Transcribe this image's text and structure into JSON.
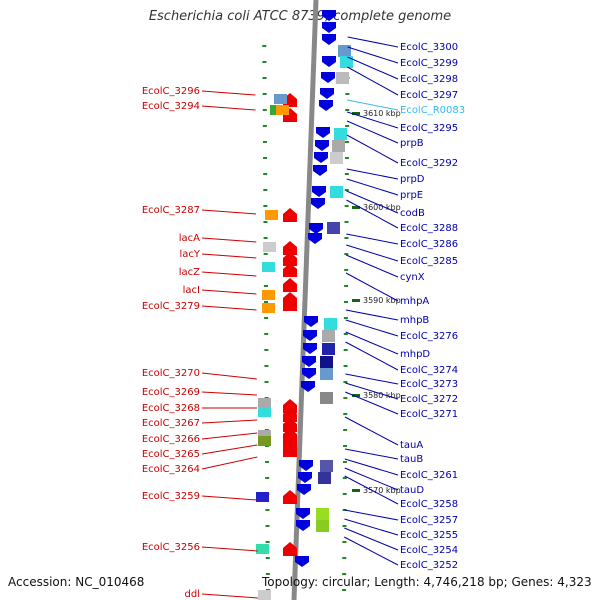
{
  "map": {
    "title": "Escherichia coli ATCC 8739, complete genome",
    "accession": "Accession: NC_010468",
    "topology": "Topology: circular; Length: 4,746,218 bp; Genes: 4,323",
    "colors": {
      "backbone": "#888888",
      "reverse_strand": "#ee0000",
      "forward_strand": "#0000dd",
      "tick": "#228822",
      "left_label": "#cc0000",
      "right_label": "#0000aa",
      "rna_label": "#33bbee"
    }
  },
  "scale_marks": [
    "3610 kbp",
    "3600 kbp",
    "3590 kbp",
    "3580 kbp",
    "3570 kbp"
  ],
  "left_genes": [
    "EcolC_3296",
    "EcolC_3294",
    "EcolC_3287",
    "lacA",
    "lacY",
    "lacZ",
    "lacI",
    "EcolC_3279",
    "EcolC_3270",
    "EcolC_3269",
    "EcolC_3268",
    "EcolC_3267",
    "EcolC_3266",
    "EcolC_3265",
    "EcolC_3264",
    "EcolC_3259",
    "EcolC_3256",
    "ddl"
  ],
  "right_genes": [
    "EcolC_3300",
    "EcolC_3299",
    "EcolC_3298",
    "EcolC_3297",
    "EcolC_R0083",
    "EcolC_3295",
    "prpB",
    "EcolC_3292",
    "prpD",
    "prpE",
    "codB",
    "EcolC_3288",
    "EcolC_3286",
    "EcolC_3285",
    "cynX",
    "mhpA",
    "mhpB",
    "EcolC_3276",
    "mhpD",
    "EcolC_3274",
    "EcolC_3273",
    "EcolC_3272",
    "EcolC_3271",
    "tauA",
    "tauB",
    "EcolC_3261",
    "tauD",
    "EcolC_3258",
    "EcolC_3257",
    "EcolC_3255",
    "EcolC_3254",
    "EcolC_3252"
  ]
}
